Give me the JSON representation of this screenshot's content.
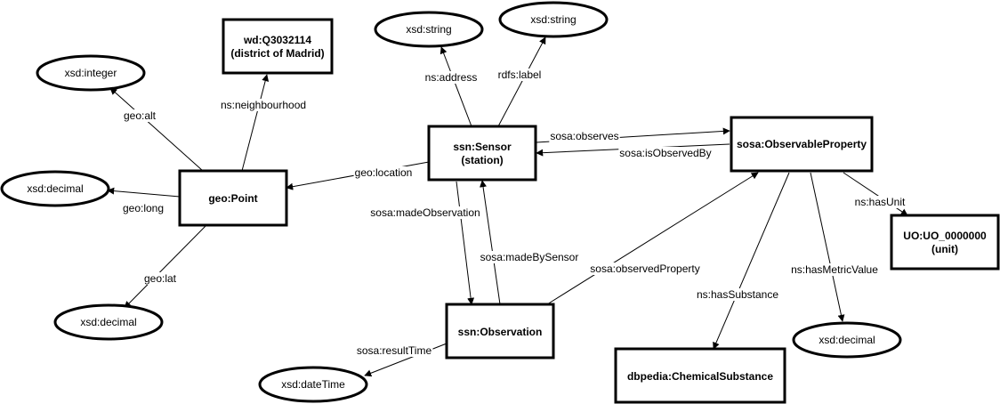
{
  "nodes": {
    "district": [
      "wd:Q3032114",
      "(district of Madrid)"
    ],
    "point": [
      "geo:Point"
    ],
    "sensor": [
      "ssn:Sensor",
      "(station)"
    ],
    "observable": [
      "sosa:ObservableProperty"
    ],
    "unit": [
      "UO:UO_0000000",
      "(unit)"
    ],
    "observation": [
      "ssn:Observation"
    ],
    "chemical": [
      "dbpedia:ChemicalSubstance"
    ]
  },
  "literals": {
    "integer": "xsd:integer",
    "decimal_long": "xsd:decimal",
    "decimal_lat": "xsd:decimal",
    "string_address": "xsd:string",
    "string_label": "xsd:string",
    "decimal_metric": "xsd:decimal",
    "datetime": "xsd:dateTime"
  },
  "edges": {
    "geo_alt": "geo:alt",
    "geo_long": "geo:long",
    "geo_lat": "geo:lat",
    "ns_neighbourhood": "ns:neighbourhood",
    "geo_location": "geo:location",
    "ns_address": "ns:address",
    "rdfs_label": "rdfs:label",
    "sosa_observes": "sosa:observes",
    "sosa_isObservedBy": "sosa:isObservedBy",
    "sosa_madeObservation": "sosa:madeObservation",
    "sosa_madeBySensor": "sosa:madeBySensor",
    "sosa_observedProperty": "sosa:observedProperty",
    "sosa_resultTime": "sosa:resultTime",
    "ns_hasSubstance": "ns:hasSubstance",
    "ns_hasMetricValue": "ns:hasMetricValue",
    "ns_hasUnit": "ns:hasUnit"
  }
}
